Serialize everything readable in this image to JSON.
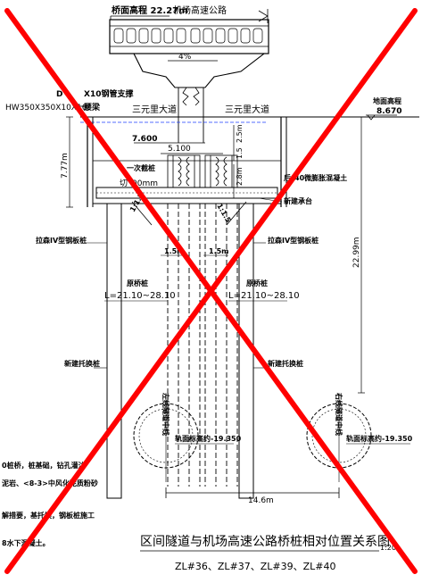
{
  "drawing": {
    "title": "区间隧道与机场高速公路桥桩相对位置关系图",
    "scale": "1:20",
    "subtitle": "ZL#36、ZL#37、ZL#39、ZL#40"
  },
  "bridge": {
    "deck_elevation": "桥面高程 22.27m",
    "road_name": "机场高速公路",
    "slope": "4%",
    "support_label": "D",
    "steel_support": "X10钢管支撑",
    "waling": "HW350X350X10X16",
    "waling_suffix": "腰梁"
  },
  "road": {
    "left": "三元里大道",
    "right": "三元里大道",
    "ground_label": "地面高程",
    "ground_elevation": "8.670"
  },
  "dims": {
    "d_7_77": "7.77m",
    "d_7_600": "7.600",
    "d_5_100": "5.100",
    "d_1_5": "1.5",
    "d_2_5": "2.5m",
    "d_2_8": "2.8m",
    "d_1_5_left": "1.5m",
    "d_1_5_right": "1.5m",
    "d_22_99": "22.99m",
    "d_14_6": "14.6m",
    "slope_left": "1:1.5",
    "slope_right": "1:1.5"
  },
  "labels": {
    "first_pile_prefix": "一次截桩",
    "cut_pile": "切",
    "cut_pile_suffix": "00mm",
    "micro_expansion": "后",
    "micro_expansion_suffix": "40微膨胀混凝土",
    "new_cap": "新建承台",
    "sheet_pile_left": "拉森IV型钢板桩",
    "sheet_pile_right": "拉森IV型钢板桩",
    "orig_pile_left": "原桥桩",
    "orig_pile_right": "原桥桩",
    "pile_length_left": "L=21.10~28.10",
    "pile_length_right": "L=21.10~28.10",
    "new_support_pile_left": "新建托换桩",
    "new_support_pile_right": "新建托换桩",
    "left_tunnel": "左线隧道中线",
    "right_tunnel": "右线隧道中线",
    "track_elev_left": "轨面标高约-19.350",
    "track_elev_right": "轨面标高约-19.350"
  },
  "notes": [
    "0桩桥，桩基础，钻孔灌注",
    "泥岩、<8-3>中风化泥质粉砂",
    "解措要，基托换，钢板桩施工",
    "8水下混凝土。"
  ],
  "colors": {
    "cross": "#ff0000",
    "text_blue": "#1e3cff",
    "line": "#000000"
  }
}
